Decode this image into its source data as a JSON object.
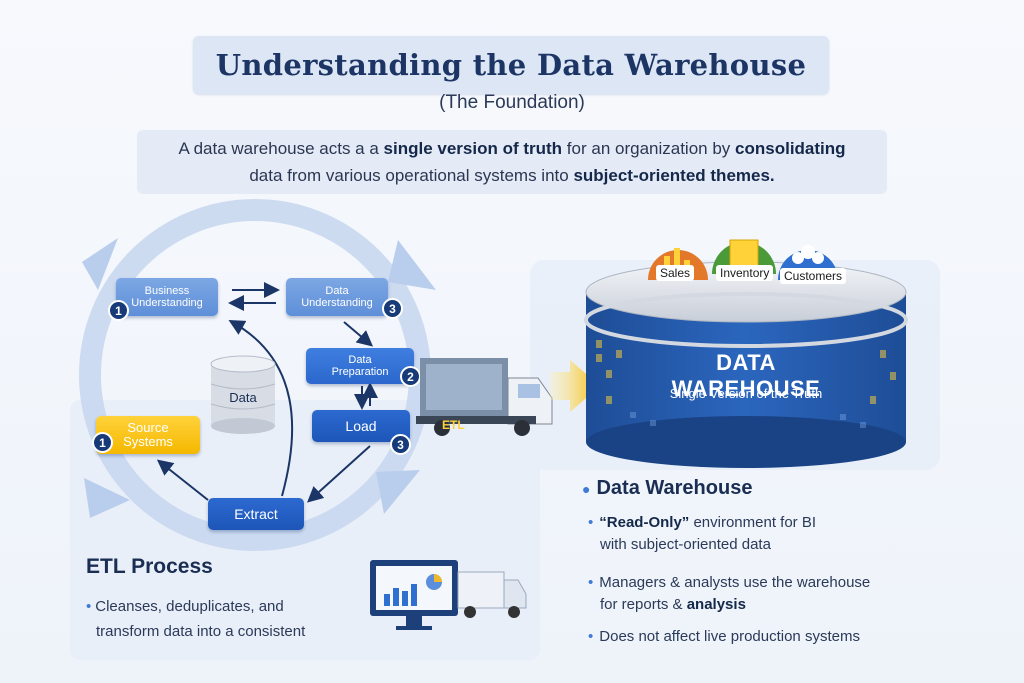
{
  "header": {
    "title": "Understanding the Data Warehouse",
    "subtitle": "(The Foundation)",
    "intro_parts": [
      "A data warehouse acts a a ",
      "single version of truth",
      " for an organization by ",
      "consolidating",
      "data from various operational systems into ",
      "subject-oriented themes."
    ]
  },
  "cycle": {
    "nodes": {
      "business_understanding": {
        "label_line1": "Business",
        "label_line2": "Understanding",
        "badge": "1"
      },
      "data_understanding": {
        "label_line1": "Data",
        "label_line2": "Understanding",
        "badge": "3"
      },
      "data_preparation": {
        "label_line1": "Data",
        "label_line2": "Preparation",
        "badge": "2"
      },
      "load": {
        "label": "Load",
        "badge": "3"
      },
      "source_systems": {
        "label_line1": "Source",
        "label_line2": "Systems",
        "badge": "1"
      },
      "extract": {
        "label": "Extract"
      },
      "data_store": {
        "label": "Data"
      }
    }
  },
  "truck": {
    "label": "ETL"
  },
  "warehouse": {
    "title": "DATA WAREHOUSE",
    "subtitle": "Single Version of the Truth",
    "categories": [
      "Sales",
      "Inventory",
      "Customers"
    ]
  },
  "etl_process": {
    "title": "ETL Process",
    "line1": "Cleanses, deduplicates, and",
    "line2": "transform data into a consistent"
  },
  "data_warehouse_info": {
    "title": "Data Warehouse",
    "item1_bold": "“Read-Only”",
    "item1_rest": " environment for BI",
    "item1_line2": "with subject-oriented data",
    "item2_line1": "Managers & analysts use the warehouse",
    "item2_line2_pre": "for reports & ",
    "item2_line2_bold": "analysis",
    "item3": "Does not affect live production  systems"
  },
  "colors": {
    "title": "#1c3564",
    "accent_blue": "#2b67cc",
    "yellow": "#f5b800",
    "badge": "#173a78"
  }
}
